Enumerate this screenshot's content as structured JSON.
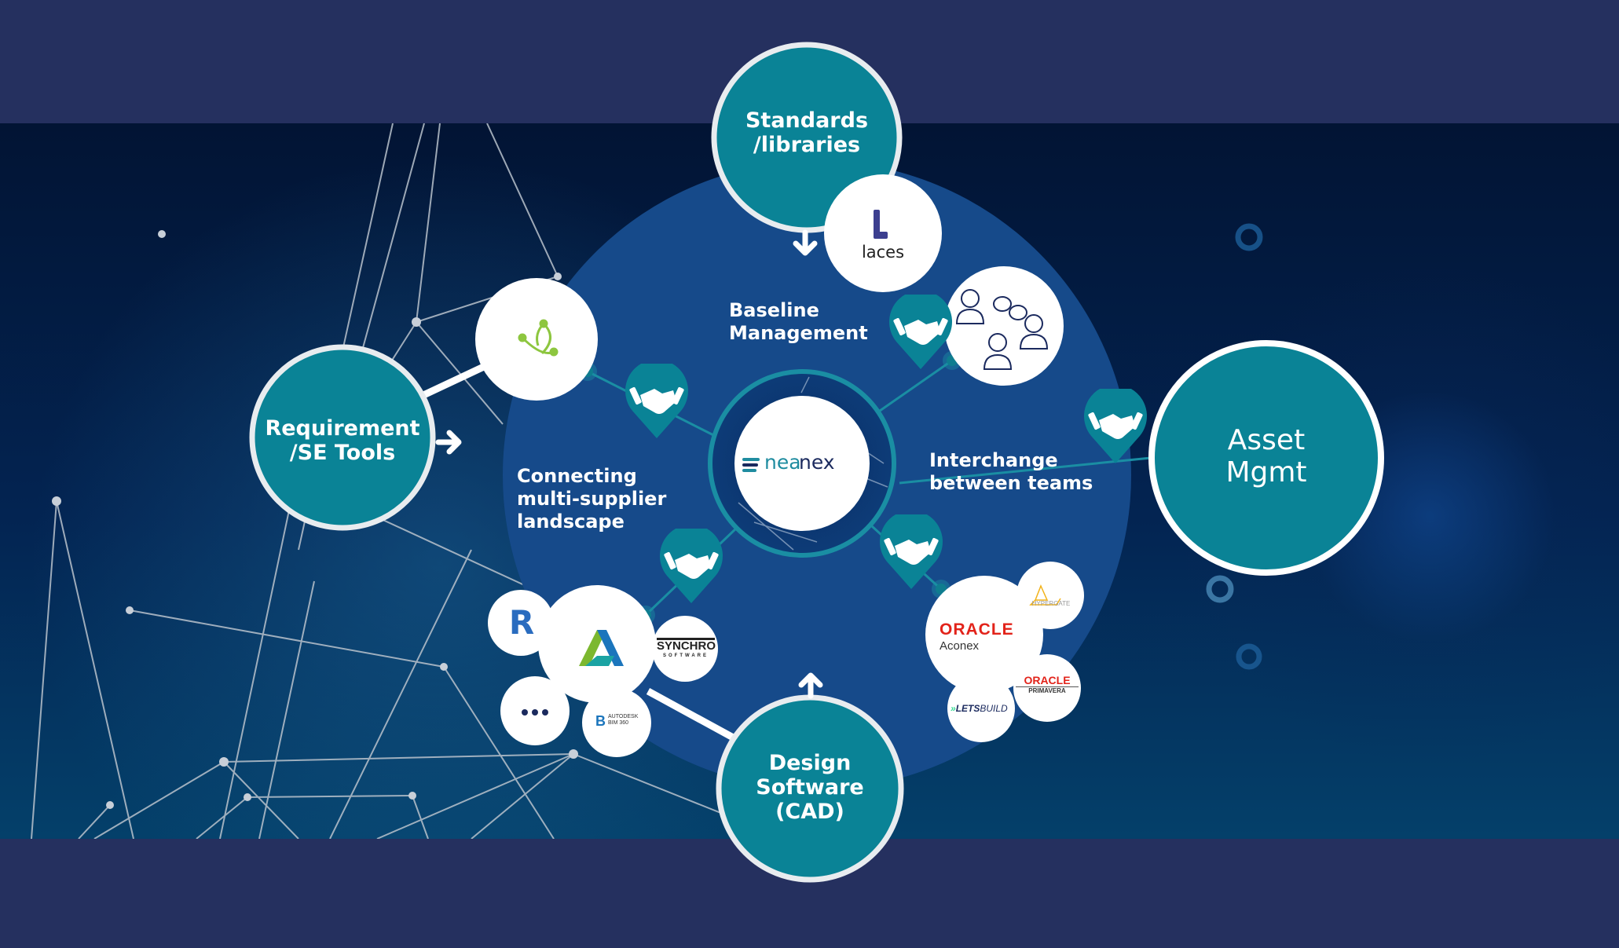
{
  "diagram": {
    "hub": {
      "logo_text_a": "nea",
      "logo_text_b": "nex",
      "brand_color_a": "#1f8ca0",
      "brand_color_b": "#1b2a5e"
    },
    "outer_nodes": [
      {
        "id": "standards",
        "label_line1": "Standards",
        "label_line2": "/libraries"
      },
      {
        "id": "requirement",
        "label_line1": "Requirement",
        "label_line2": "/SE Tools"
      },
      {
        "id": "asset",
        "label_line1": "Asset",
        "label_line2": "Mgmt"
      },
      {
        "id": "design",
        "label_line1": "Design",
        "label_line2": "Software",
        "label_line3": "(CAD)"
      }
    ],
    "captions": {
      "baseline": "Baseline\nManagement",
      "connecting": "Connecting\nmulti-supplier\nlandscape",
      "interchange": "Interchange\nbetween teams"
    },
    "logos": {
      "laces": "laces",
      "revit": "R",
      "autodesk": "A",
      "synchro_main": "SYNCHRO",
      "synchro_sub": "SOFTWARE",
      "more": "• • •",
      "bim360_mark": "B",
      "bim360_line1": "AUTODESK",
      "bim360_line2": "BIM 360",
      "oracle_aconex_brand": "ORACLE",
      "oracle_aconex_product": "Aconex",
      "hypergate": "HYPERGATE",
      "oracle_primavera_brand": "ORACLE",
      "oracle_primavera_product": "PRIMAVERA",
      "letsbuild_bold": "LETS",
      "letsbuild_rest": "BUILD"
    },
    "colors": {
      "teal": "#0a8396",
      "inner_blue": "#164a8a",
      "band": "#25305f",
      "oracle_red": "#e2231a",
      "laces_purple": "#3c3f8f",
      "req_green": "#8dc63f"
    }
  }
}
